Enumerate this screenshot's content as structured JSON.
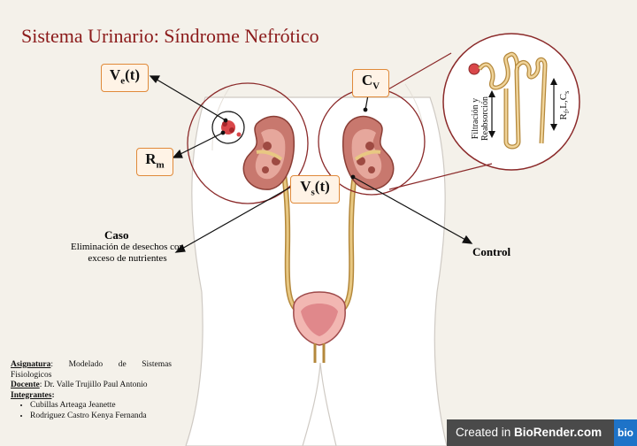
{
  "title": "Sistema Urinario: Síndrome Nefrótico",
  "labels": {
    "ve": {
      "main": "V",
      "sub": "e",
      "suffix": "(t)"
    },
    "rm": {
      "main": "R",
      "sub": "m"
    },
    "cv": {
      "main": "C",
      "sub": "V"
    },
    "vs": {
      "main": "V",
      "sub": "s",
      "suffix": "(t)"
    }
  },
  "nephron": {
    "filtration_line1": "Filtración y",
    "filtration_line2": "Reabsorción",
    "resistance_main": "R",
    "resistance_sub1": "f",
    "resistance_mid": ",L,C",
    "resistance_sub2": "s"
  },
  "caso": {
    "title": "Caso",
    "description": "Eliminación de desechos con exceso de nutrientes"
  },
  "control": "Control",
  "info": {
    "subject_label": "Asignatura",
    "subject_value": ": Modelado de Sistemas Fisiologicos",
    "teacher_label": "Docente",
    "teacher_value": ": Dr. Valle Trujillo Paul Antonio",
    "members_label": "Integrantes",
    "members_suffix": ":",
    "members": [
      "Cubillas Arteaga Jeanette",
      "Rodriguez Castro Kenya Fernanda"
    ]
  },
  "badge": {
    "prefix": "Created in ",
    "brand": "BioRender.com",
    "logo": "bio"
  }
}
